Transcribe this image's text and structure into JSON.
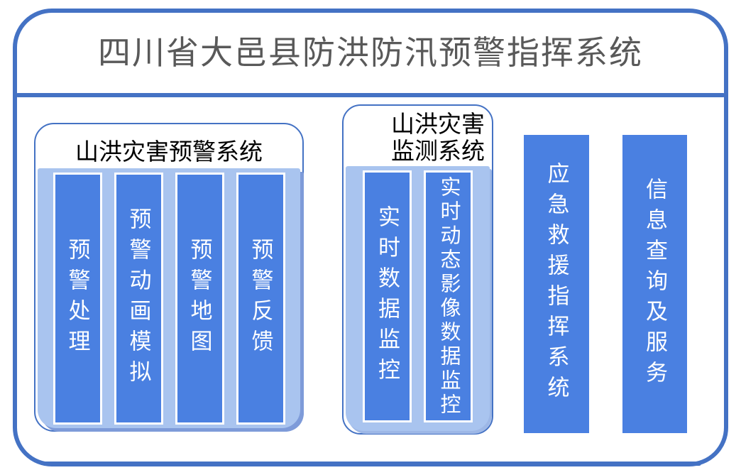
{
  "page_title": "四川省大邑县防洪防汛预警指挥系统",
  "groups": {
    "warning": {
      "title": "山洪灾害预警系统",
      "bars": [
        "预警处理",
        "预警动画模拟",
        "预警地图",
        "预警反馈"
      ]
    },
    "monitoring": {
      "title_line1": "山洪灾害",
      "title_line2": "监测系统",
      "bars": [
        "实时数据监控",
        "实时动态影像数据监控"
      ]
    }
  },
  "standalone_bars": [
    "应急救援指挥系统",
    "信息查询及服务"
  ],
  "colors": {
    "frame_border": "#4472c4",
    "separator": "#4472c4",
    "bar_fill": "#4a80e1",
    "panel_fill": "#a9c4ef",
    "panel_shadow": "#7e9bd9",
    "main_title_text": "#595959",
    "group_title_text": "#000000",
    "bar_text": "#ffffff"
  }
}
